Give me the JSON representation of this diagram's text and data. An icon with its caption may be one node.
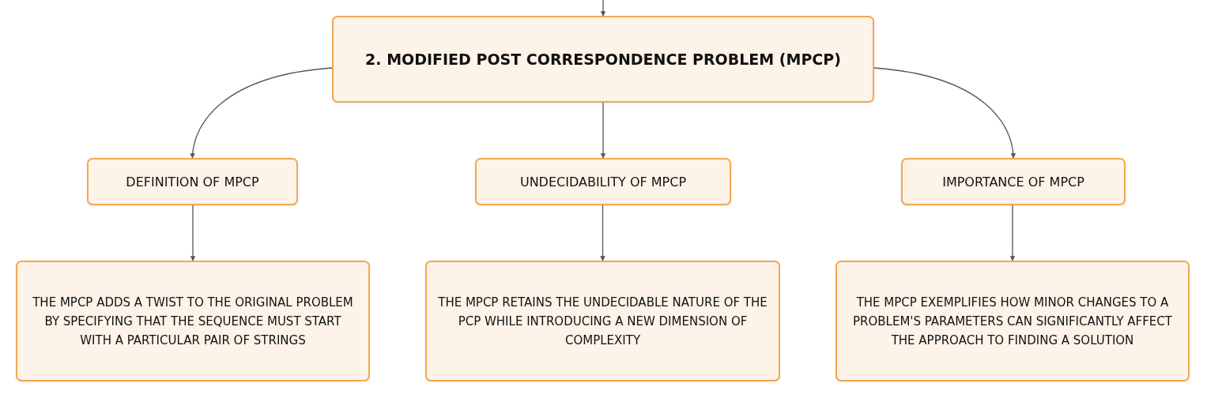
{
  "diagram": {
    "nodes": [
      {
        "text": [
          "2. MODIFIED POST CORRESPONDENCE PROBLEM (MPCP)"
        ]
      },
      {
        "text": [
          "DEFINITION OF MPCP"
        ]
      },
      {
        "text": [
          "UNDECIDABILITY OF MPCP"
        ]
      },
      {
        "text": [
          "IMPORTANCE OF MPCP"
        ]
      },
      {
        "text": [
          "THE MPCP ADDS A TWIST TO THE ORIGINAL PROBLEM BY SPECIFYING THAT THE SEQUENCE MUST START WITH A PARTICULAR PAIR OF STRINGS"
        ]
      },
      {
        "text": [
          "THE MPCP RETAINS THE UNDECIDABLE NATURE OF THE PCP WHILE INTRODUCING A NEW DIMENSION OF COMPLEXITY"
        ]
      },
      {
        "text": [
          "THE MPCP EXEMPLIFIES HOW MINOR CHANGES TO A PROBLEM'S PARAMETERS CAN SIGNIFICANTLY AFFECT THE APPROACH TO FINDING A SOLUTION"
        ]
      }
    ],
    "edges": [
      {
        "from": null,
        "to": 0,
        "arrow": "to"
      },
      {
        "from": 0,
        "to": 1,
        "arrow": "to"
      },
      {
        "from": 0,
        "to": 2,
        "arrow": "to"
      },
      {
        "from": 0,
        "to": 3,
        "arrow": "to"
      },
      {
        "from": 1,
        "to": 4,
        "arrow": "to"
      },
      {
        "from": 2,
        "to": 5,
        "arrow": "to"
      },
      {
        "from": 3,
        "to": 6,
        "arrow": "to"
      }
    ]
  }
}
